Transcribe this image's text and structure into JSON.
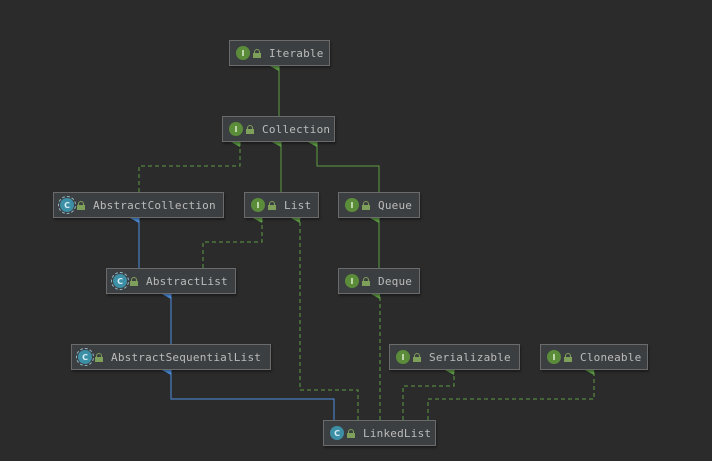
{
  "diagram": {
    "nodes": [
      {
        "id": "iterable",
        "label": "Iterable",
        "kind": "interface",
        "kind_letter": "I"
      },
      {
        "id": "collection",
        "label": "Collection",
        "kind": "interface",
        "kind_letter": "I"
      },
      {
        "id": "abstract-collection",
        "label": "AbstractCollection",
        "kind": "abstract",
        "kind_letter": "C"
      },
      {
        "id": "list",
        "label": "List",
        "kind": "interface",
        "kind_letter": "I"
      },
      {
        "id": "queue",
        "label": "Queue",
        "kind": "interface",
        "kind_letter": "I"
      },
      {
        "id": "abstract-list",
        "label": "AbstractList",
        "kind": "abstract",
        "kind_letter": "C"
      },
      {
        "id": "deque",
        "label": "Deque",
        "kind": "interface",
        "kind_letter": "I"
      },
      {
        "id": "abstract-sequential-list",
        "label": "AbstractSequentialList",
        "kind": "abstract",
        "kind_letter": "C"
      },
      {
        "id": "serializable",
        "label": "Serializable",
        "kind": "interface",
        "kind_letter": "I"
      },
      {
        "id": "cloneable",
        "label": "Cloneable",
        "kind": "interface",
        "kind_letter": "I"
      },
      {
        "id": "linked-list",
        "label": "LinkedList",
        "kind": "class",
        "kind_letter": "C"
      }
    ],
    "edges": [
      {
        "from": "collection",
        "to": "iterable",
        "type": "extends-interface"
      },
      {
        "from": "abstract-collection",
        "to": "collection",
        "type": "implements"
      },
      {
        "from": "list",
        "to": "collection",
        "type": "extends-interface"
      },
      {
        "from": "queue",
        "to": "collection",
        "type": "extends-interface"
      },
      {
        "from": "abstract-list",
        "to": "abstract-collection",
        "type": "extends-class"
      },
      {
        "from": "abstract-list",
        "to": "list",
        "type": "implements"
      },
      {
        "from": "deque",
        "to": "queue",
        "type": "extends-interface"
      },
      {
        "from": "abstract-sequential-list",
        "to": "abstract-list",
        "type": "extends-class"
      },
      {
        "from": "linked-list",
        "to": "abstract-sequential-list",
        "type": "extends-class"
      },
      {
        "from": "linked-list",
        "to": "list",
        "type": "implements"
      },
      {
        "from": "linked-list",
        "to": "deque",
        "type": "implements"
      },
      {
        "from": "linked-list",
        "to": "serializable",
        "type": "implements"
      },
      {
        "from": "linked-list",
        "to": "cloneable",
        "type": "implements"
      }
    ],
    "colors": {
      "background": "#2b2b2b",
      "node_fill": "#3c3f41",
      "node_border": "#6b6b6b",
      "interface_edge": "#5e9e45",
      "class_edge": "#4d8fe0",
      "text": "#bbbbbb"
    },
    "icons": {
      "interface": "interface-badge-icon",
      "class": "class-badge-icon",
      "access": "lock-icon"
    }
  }
}
